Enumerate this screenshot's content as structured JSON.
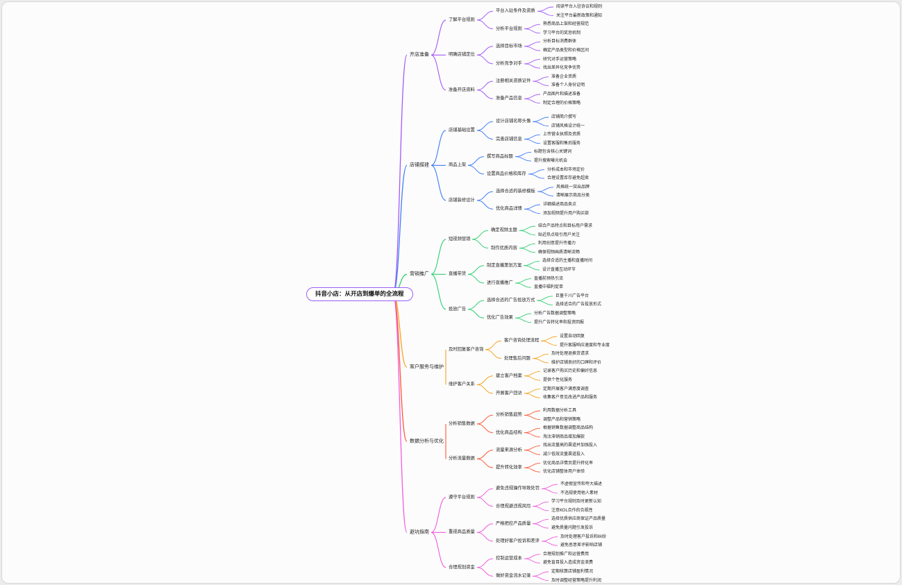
{
  "root": "抖音小店：从开店到爆单的全流程",
  "colors": [
    "#a259f7",
    "#3d7cf6",
    "#2fcf6f",
    "#f5a21b",
    "#ff5533",
    "#f05adf"
  ],
  "branches": [
    {
      "label": "开店准备",
      "children": [
        {
          "label": "了解平台规则",
          "children": [
            {
              "label": "平台入驻条件及资质",
              "children": [
                "阅读平台入驻协议和规则",
                "关注平台最新政策和通知"
              ]
            },
            {
              "label": "分析平台规则",
              "children": [
                "熟悉商品上架和经营规范",
                "学习平台的奖惩机制"
              ]
            }
          ]
        },
        {
          "label": "明确店铺定位",
          "children": [
            {
              "label": "选择目标市场",
              "children": [
                "分析目标消费群体",
                "确定产品类型和价格区间"
              ]
            },
            {
              "label": "分析竞争对手",
              "children": [
                "研究对手运营策略",
                "找出差异化竞争优势"
              ]
            }
          ]
        },
        {
          "label": "准备开店资料",
          "children": [
            {
              "label": "注册相关资质证件",
              "children": [
                "准备企业资质",
                "准备个人身份证明"
              ]
            },
            {
              "label": "准备产品信息",
              "children": [
                "产品图片和描述准备",
                "制定合理的价格策略"
              ]
            }
          ]
        }
      ]
    },
    {
      "label": "店铺搭建",
      "children": [
        {
          "label": "店铺基础设置",
          "children": [
            {
              "label": "设计店铺名称头像",
              "children": [
                "店铺简介撰写",
                "店铺风格设计统一"
              ]
            },
            {
              "label": "完善店铺信息",
              "children": [
                "上传营业执照及资质",
                "设置客服和售后服务"
              ]
            }
          ]
        },
        {
          "label": "商品上架",
          "children": [
            {
              "label": "撰写商品标题",
              "children": [
                "标题包含核心关键词",
                "提升搜索曝光机会"
              ]
            },
            {
              "label": "设置商品价格和库存",
              "children": [
                "分析成本和市场定价",
                "合理设置库存避免超卖"
              ]
            }
          ]
        },
        {
          "label": "店铺装修设计",
          "children": [
            {
              "label": "选择合适的装修模板",
              "children": [
                "风格统一突出品牌",
                "清晰展示商品分类"
              ]
            },
            {
              "label": "优化商品详情",
              "children": [
                "详细描述商品卖点",
                "添加视频提升用户购买欲"
              ]
            }
          ]
        }
      ]
    },
    {
      "label": "营销推广",
      "children": [
        {
          "label": "短视频营销",
          "children": [
            {
              "label": "确定视频主题",
              "children": [
                "结合产品特点和目标用户需求",
                "贴近热点吸引用户关注"
              ]
            },
            {
              "label": "制作优质内容",
              "children": [
                "利用创意提升传播力",
                "确保视频画质清晰流畅"
              ]
            }
          ]
        },
        {
          "label": "直播带货",
          "children": [
            {
              "label": "制定直播策划方案",
              "children": [
                "选择合适的主播和直播时间",
                "设计直播互动环节"
              ]
            },
            {
              "label": "进行直播推广",
              "children": [
                "直播前预热引流",
                "直播中福利促单"
              ]
            }
          ]
        },
        {
          "label": "投放广告",
          "children": [
            {
              "label": "选择合适的广告投放方式",
              "children": [
                "巨量千川广告平台",
                "选择适合的广告投放形式"
              ]
            },
            {
              "label": "优化广告效果",
              "children": [
                "分析广告数据调整策略",
                "提升广告转化率和投资回报"
              ]
            }
          ]
        }
      ]
    },
    {
      "label": "客户服务与维护",
      "children": [
        {
          "label": "及时回复客户咨询",
          "children": [
            {
              "label": "客户咨询处理流程",
              "children": [
                "设置自动回复",
                "提升客服响应速度和专业度"
              ]
            },
            {
              "label": "处理售后问题",
              "children": [
                "及时处理退换货请求",
                "维护店铺良好的口碑和评价"
              ]
            }
          ]
        },
        {
          "label": "维护客户关系",
          "children": [
            {
              "label": "建立客户档案",
              "children": [
                "记录客户购买历史和偏好信息",
                "提供个性化服务"
              ]
            },
            {
              "label": "开展客户回访",
              "children": [
                "定期开展客户满意度调查",
                "收集客户意见改进产品和服务"
              ]
            }
          ]
        }
      ]
    },
    {
      "label": "数据分析与优化",
      "children": [
        {
          "label": "分析销售数据",
          "children": [
            {
              "label": "分析销售趋势",
              "children": [
                "利用数据分析工具",
                "调整产品和营销策略"
              ]
            },
            {
              "label": "优化商品结构",
              "children": [
                "根据销售数据调整商品结构",
                "淘汰滞销商品增加爆款"
              ]
            }
          ]
        },
        {
          "label": "分析流量数据",
          "children": [
            {
              "label": "流量来源分析",
              "children": [
                "找出流量高的渠道并加强投入",
                "减少低效流量渠道投入"
              ]
            },
            {
              "label": "提升转化效率",
              "children": [
                "优化商品详情页提升转化率",
                "优化店铺整体用户体验"
              ]
            }
          ]
        }
      ]
    },
    {
      "label": "避坑指南",
      "children": [
        {
          "label": "遵守平台规则",
          "children": [
            {
              "label": "避免违规操作导致处罚",
              "children": [
                "不虚假宣传和夸大描述",
                "不违规使用他人素材"
              ]
            },
            {
              "label": "合理规避违规风险",
              "children": [
                "学习平台规则及时更新认知",
                "注意KOL合作的合规性"
              ]
            }
          ]
        },
        {
          "label": "重视商品质量",
          "children": [
            {
              "label": "严格把控产品质量",
              "children": [
                "选择优质供应商保证产品质量",
                "避免质量问题引发投诉"
              ]
            },
            {
              "label": "处理好客户投诉和差评",
              "children": [
                "及时处理客户投诉和纠纷",
                "避免恶意差评影响店铺"
              ]
            }
          ]
        },
        {
          "label": "合理规划资金",
          "children": [
            {
              "label": "控制运营成本",
              "children": [
                "合理规划推广和运营费用",
                "避免盲目投入造成资金浪费"
              ]
            },
            {
              "label": "做好资金流水记录",
              "children": [
                "定期核算店铺盈利情况",
                "及时调整经营策略提升利润"
              ]
            }
          ]
        }
      ]
    }
  ]
}
